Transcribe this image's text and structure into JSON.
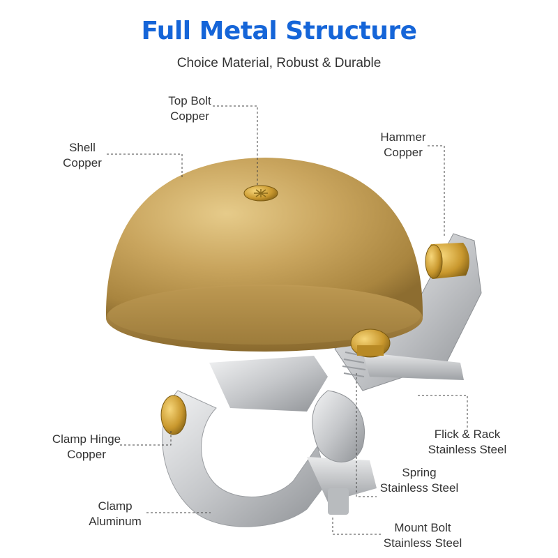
{
  "header": {
    "title": "Full Metal Structure",
    "subtitle": "Choice Material, Robust & Durable"
  },
  "colors": {
    "title": "#1565d8",
    "text": "#333333",
    "gold": "#c9a55e",
    "silver": "#c5c7ca",
    "leader": "#444444"
  },
  "parts": {
    "top_bolt": {
      "name": "Top Bolt",
      "material": "Copper"
    },
    "shell": {
      "name": "Shell",
      "material": "Copper"
    },
    "hammer": {
      "name": "Hammer",
      "material": "Copper"
    },
    "flick_rack": {
      "name": "Flick & Rack",
      "material": "Stainless Steel"
    },
    "clamp_hinge": {
      "name": "Clamp Hinge",
      "material": "Copper"
    },
    "spring": {
      "name": "Spring",
      "material": "Stainless Steel"
    },
    "clamp": {
      "name": "Clamp",
      "material": "Aluminum"
    },
    "mount_bolt": {
      "name": "Mount Bolt",
      "material": "Stainless Steel"
    }
  }
}
